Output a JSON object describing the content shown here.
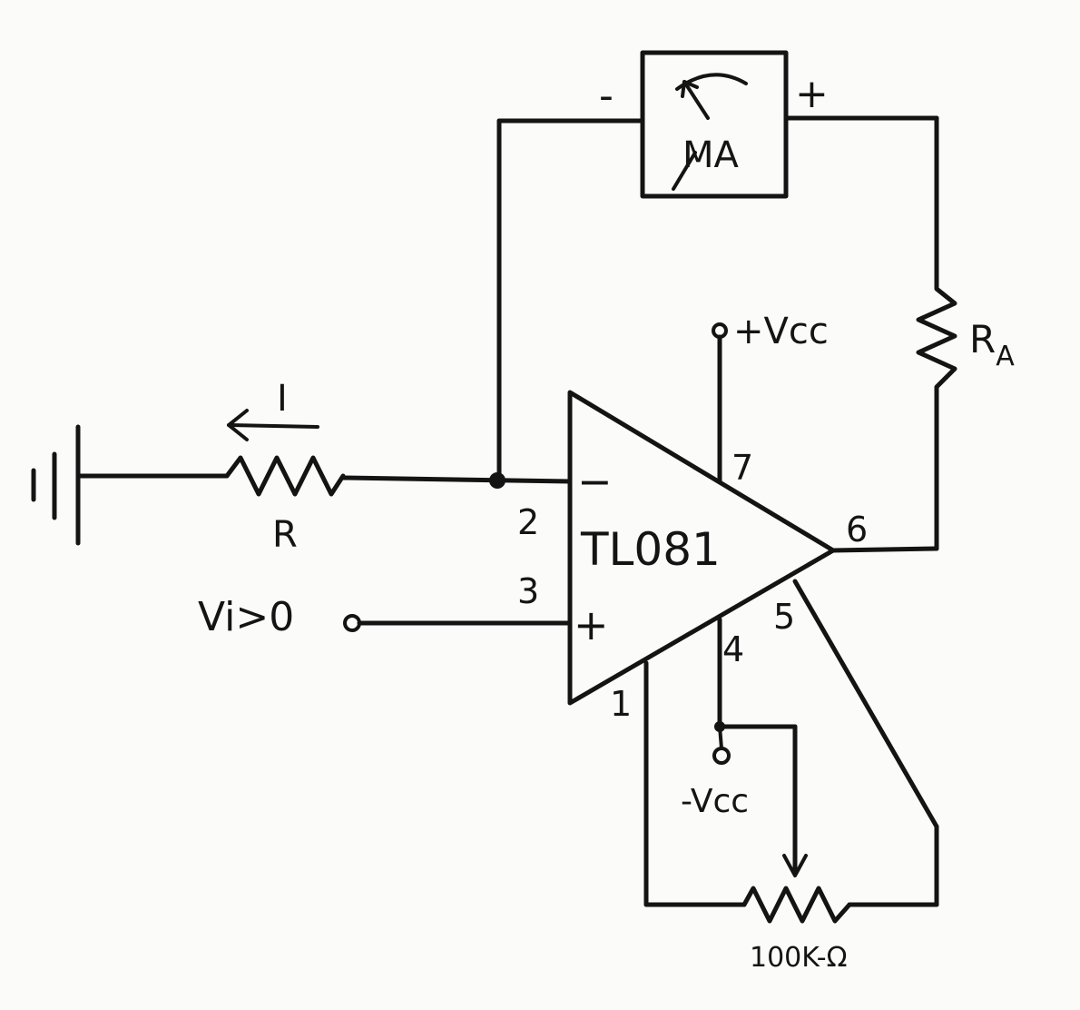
{
  "labels": {
    "current_symbol": "I",
    "resistor_r": "R",
    "resistor_ra": "R",
    "resistor_ra_sub": "A",
    "meter": "MA",
    "meter_minus": "-",
    "meter_plus": "+",
    "opamp": "TL081",
    "input_minus": "−",
    "input_plus": "+",
    "vcc_pos": "+Vcc",
    "vcc_neg": "-Vcc",
    "vi": "Vi>0",
    "pot": "100K-Ω",
    "pin2": "2",
    "pin3": "3",
    "pin7": "7",
    "pin6": "6",
    "pin4": "4",
    "pin5": "5",
    "pin1": "1"
  },
  "colors": {
    "ink": "#141414",
    "paper": "#fbfbfa"
  }
}
